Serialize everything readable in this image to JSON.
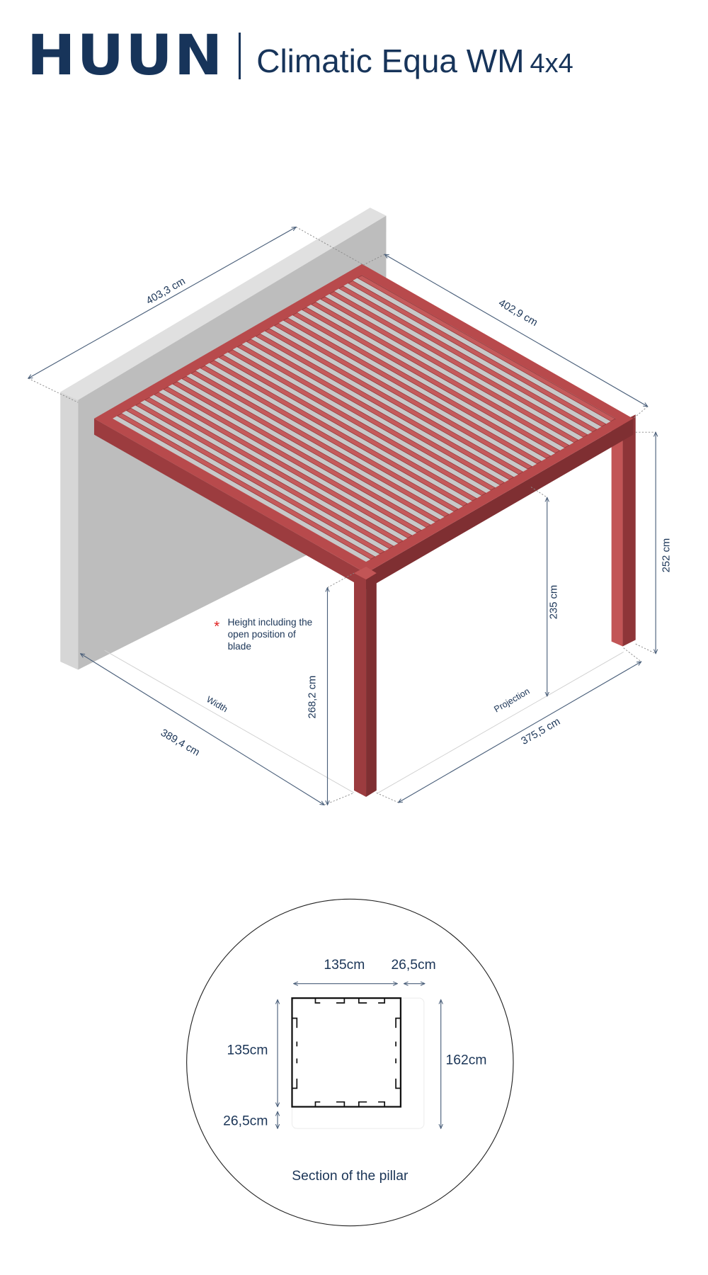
{
  "header": {
    "brand": "HUUN",
    "product": "Climatic Equa WM",
    "size": "4x4"
  },
  "dimensions": {
    "top_left": "403,3 cm",
    "top_right": "402,9 cm",
    "right_height": "252 cm",
    "inner_height": "235 cm",
    "front_height": "268,2 cm",
    "width_value": "389,4 cm",
    "projection_value": "375,5 cm",
    "width_label": "Width",
    "projection_label": "Projection"
  },
  "note": {
    "marker": "*",
    "line1": "Height including the",
    "line2": "open position of",
    "line3": "blade"
  },
  "section": {
    "top_a": "135cm",
    "top_b": "26,5cm",
    "left_a": "135cm",
    "left_b": "26,5cm",
    "right": "162cm",
    "caption": "Section of the pillar"
  },
  "colors": {
    "frame": "#b84a4c",
    "frame_dark": "#8e3538",
    "wall": "#c4c4c4",
    "text": "#1b3557"
  }
}
